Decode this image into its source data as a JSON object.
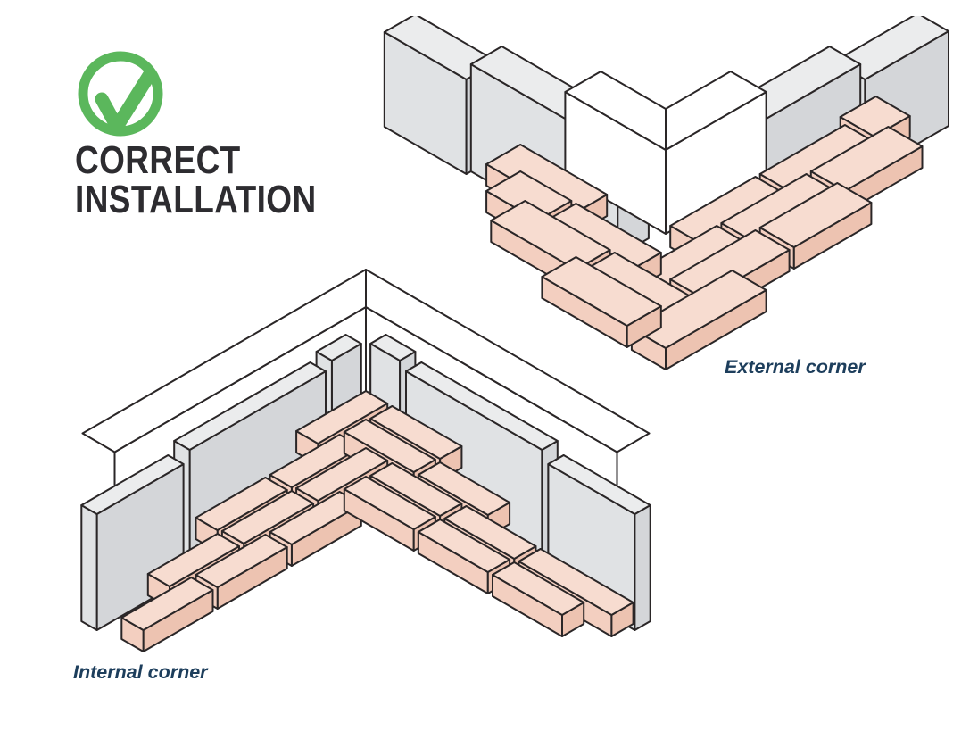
{
  "badge": {
    "icon": "checkmark-circle-icon",
    "line1": "CORRECT",
    "line2": "INSTALLATION"
  },
  "diagrams": {
    "external": {
      "label": "External corner"
    },
    "internal": {
      "label": "Internal corner"
    }
  },
  "colors": {
    "page-bg": "#ffffff",
    "check-green": "#5bb75c",
    "title-color": "#2d2c30",
    "label-color": "#1d3e5c",
    "line-color": "#2a2627",
    "brick-left": "#f3cfc0",
    "brick-right": "#edc3b1",
    "brick-top": "#f7dcd0",
    "gray-left": "#e0e2e4",
    "gray-right": "#d4d6d9",
    "gray-top": "#ebeced",
    "white-face": "#ffffff"
  }
}
